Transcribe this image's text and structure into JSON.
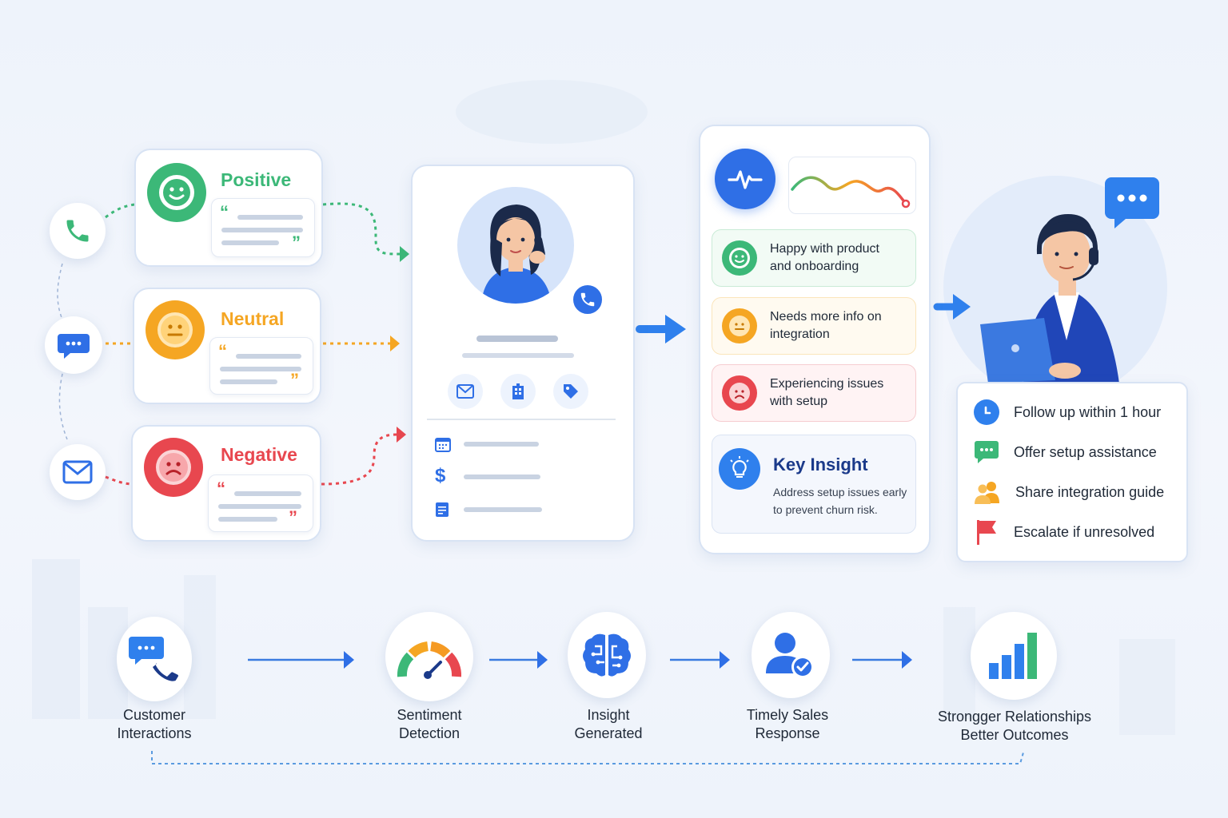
{
  "sentiments": {
    "positive": "Positive",
    "neutral": "Neutral",
    "negative": "Negative"
  },
  "insights": [
    {
      "line1": "Happy with product",
      "line2": "and onboarding"
    },
    {
      "line1": "Needs more info on",
      "line2": "integration"
    },
    {
      "line1": "Experiencing issues",
      "line2": "with setup"
    }
  ],
  "key_insight": {
    "title": "Key Insight",
    "line1": "Address setup issues early",
    "line2": "to prevent churn risk."
  },
  "actions": [
    {
      "label": "Follow up within 1 hour",
      "icon": "clock-icon"
    },
    {
      "label": "Offer setup assistance",
      "icon": "chat-icon"
    },
    {
      "label": "Share integration guide",
      "icon": "people-icon"
    },
    {
      "label": "Escalate if unresolved",
      "icon": "flag-icon"
    }
  ],
  "steps": [
    {
      "line1": "Customer",
      "line2": "Interactions"
    },
    {
      "line1": "Sentiment",
      "line2": "Detection"
    },
    {
      "line1": "Insight",
      "line2": "Generated"
    },
    {
      "line1": "Timely Sales",
      "line2": "Response"
    },
    {
      "line1": "Strongger Relationships",
      "line2": "Better Outcomes"
    }
  ],
  "colors": {
    "positive": "#3cb878",
    "neutral": "#f5a623",
    "negative": "#e8474f",
    "accent": "#2f6fe6",
    "navy": "#1b3a8a"
  }
}
